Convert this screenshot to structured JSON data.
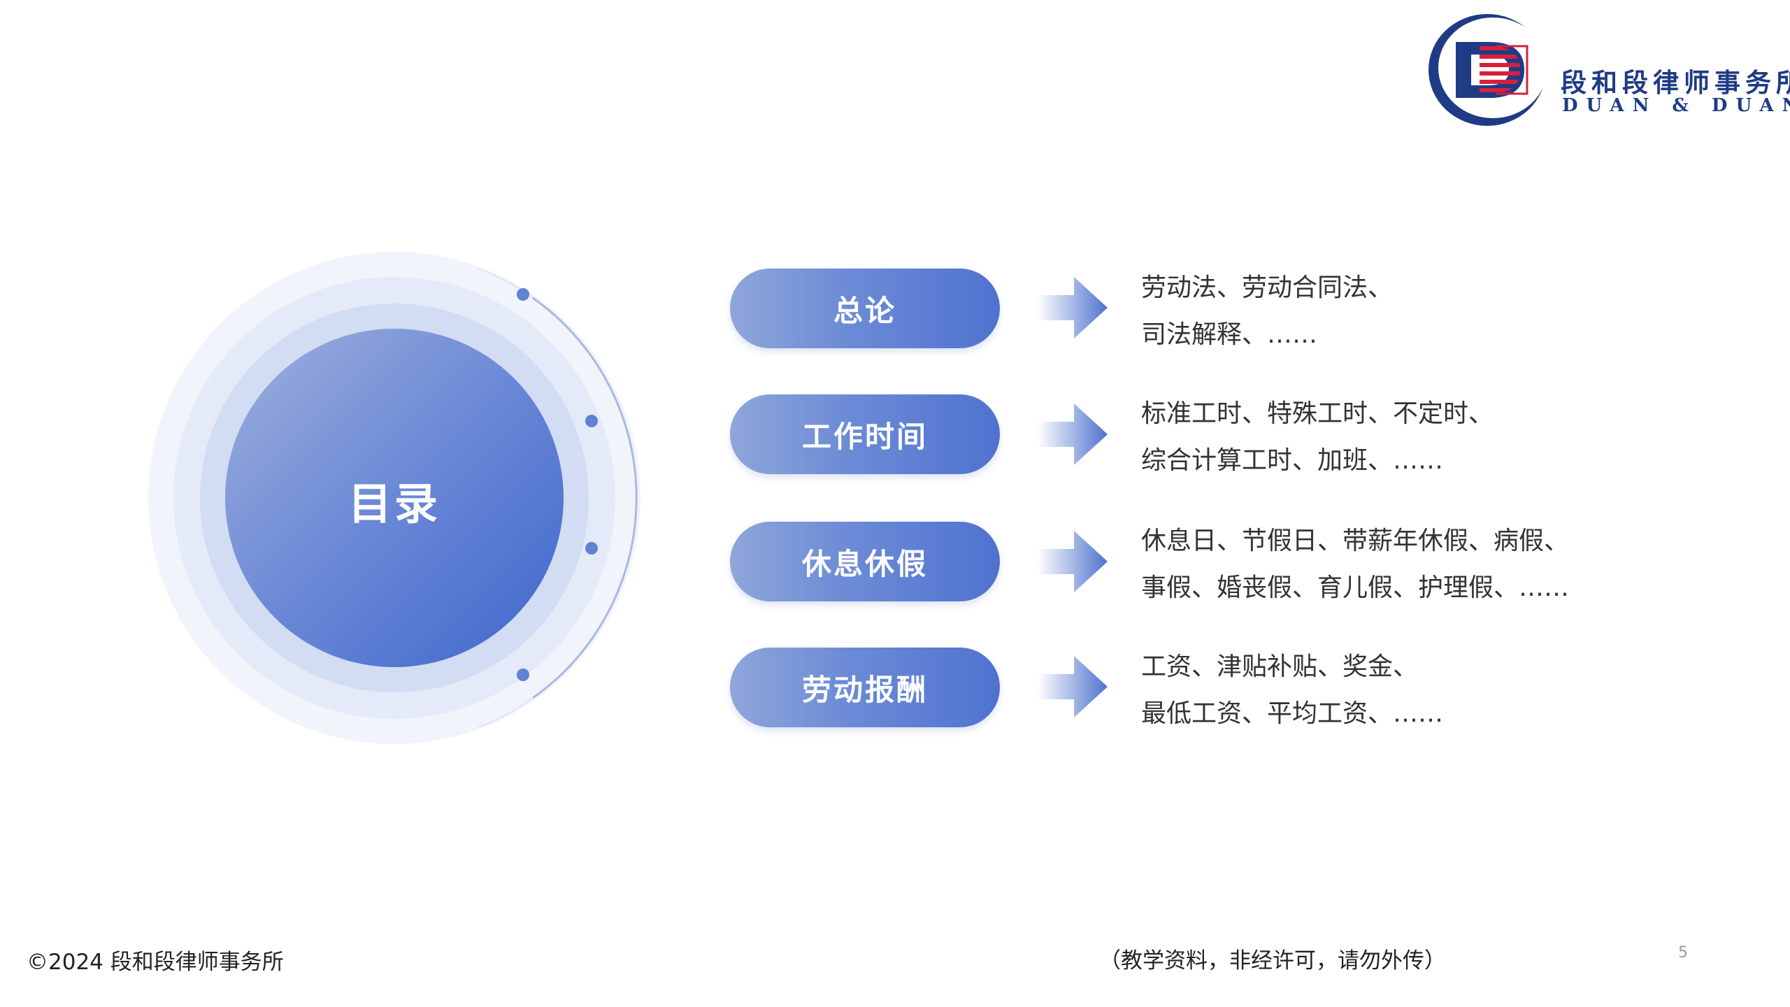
{
  "logo": {
    "name_cn": "段和段律师事务所",
    "name_en": "DUAN & DUAN",
    "colors": {
      "navy": "#1f3b86",
      "red": "#d6213a"
    }
  },
  "toc": {
    "title": "目录",
    "items": [
      {
        "label": "总论",
        "lines": [
          "劳动法、劳动合同法、",
          "司法解释、……"
        ]
      },
      {
        "label": "工作时间",
        "lines": [
          "标准工时、特殊工时、不定时、",
          "综合计算工时、加班、……"
        ]
      },
      {
        "label": "休息休假",
        "lines": [
          "休息日、节假日、带薪年休假、病假、",
          "事假、婚丧假、育儿假、护理假、……"
        ]
      },
      {
        "label": "劳动报酬",
        "lines": [
          "工资、津贴补贴、奖金、",
          "最低工资、平均工资、……"
        ]
      }
    ]
  },
  "footer": {
    "copyright": "©2024  段和段律师事务所",
    "notice": "（教学资料，非经许可，请勿外传）",
    "page": "5"
  },
  "colors": {
    "accent": "#4f72cf",
    "accent_light": "#8fa6da",
    "text": "#333333"
  }
}
